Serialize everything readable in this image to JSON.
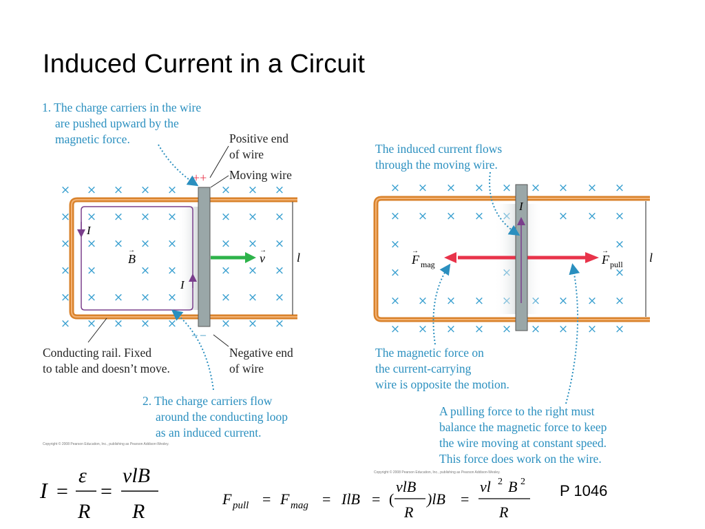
{
  "title": "Induced Current in a Circuit",
  "left": {
    "caption1": [
      "1. The charge carriers in the wire",
      "are pushed upward by the",
      "magnetic force."
    ],
    "positive_label": [
      "Positive end",
      "of wire"
    ],
    "moving_wire_label": "Moving wire",
    "plus_signs": "++",
    "minus_signs": "– –",
    "rail_label": [
      "Conducting rail. Fixed",
      "to table and doesn’t move."
    ],
    "negative_label": [
      "Negative end",
      "of wire"
    ],
    "caption2": [
      "2. The charge carriers flow",
      "around the conducting loop",
      "as an induced current."
    ],
    "current_symbol": "I",
    "field_symbol": "B",
    "velocity_symbol": "v",
    "length_symbol": "l",
    "copyright": "Copyright © 2008 Pearson Education, Inc., publishing as Pearson Addison-Wesley."
  },
  "right": {
    "induced_label": [
      "The induced current flows",
      "through the moving wire."
    ],
    "fmag_symbol": "F",
    "fmag_sub": "mag",
    "fpull_symbol": "F",
    "fpull_sub": "pull",
    "current_symbol": "I",
    "length_symbol": "l",
    "magforce_label": [
      "The magnetic force on",
      "the current-carrying",
      "wire is opposite the motion."
    ],
    "pull_label": [
      "A pulling force to the right must",
      "balance the magnetic force to keep",
      "the wire moving at constant speed.",
      "This force does work on the wire."
    ],
    "copyright": "Copyright © 2008 Pearson Education, Inc., publishing as Pearson Addison-Wesley."
  },
  "equations": {
    "eq1": {
      "lhs": "I",
      "eps": "ε",
      "num2": "vlB",
      "den": "R"
    },
    "eq2": {
      "fpull": "F",
      "pull_sub": "pull",
      "fmag": "F",
      "mag_sub": "mag",
      "ilb": "IlB",
      "frac_num": "vlB",
      "frac_den": "R",
      "tail": ")lB",
      "res_num": "vl",
      "res_num_b": "B",
      "exp": "2",
      "res_den": "R"
    }
  },
  "page_ref": "P 1046",
  "colors": {
    "caption": "#2a8fbf",
    "x_marks": "#3aa0d0",
    "rail": "#d9822b",
    "wire": "#9aa7a8",
    "velocity": "#2db34a",
    "force": "#e8334a",
    "current": "#7a3e8c"
  }
}
